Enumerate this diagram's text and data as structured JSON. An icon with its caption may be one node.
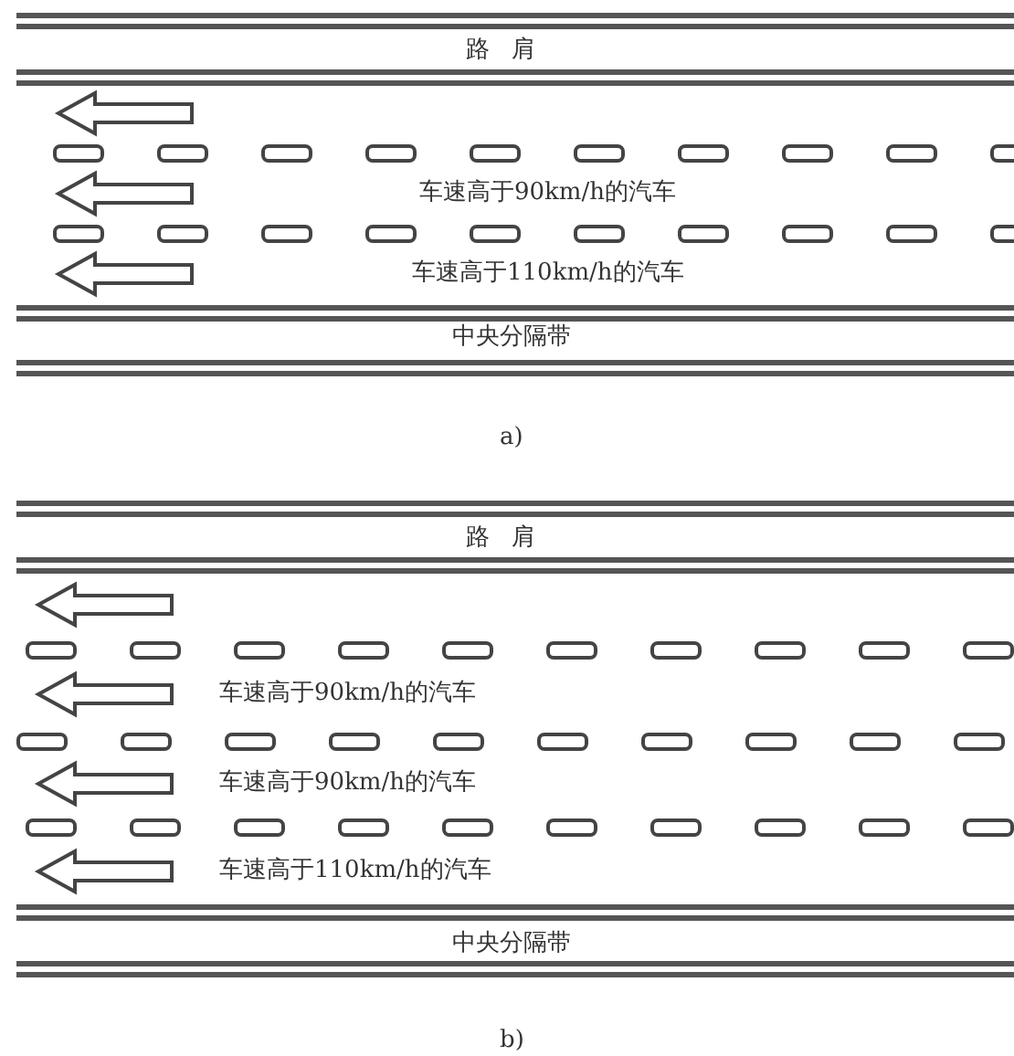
{
  "diagram": {
    "labels": [
      "路肩",
      "车速高于90km/h的汽车",
      "车速高于110km/h的汽车",
      "中央分隔带",
      "a)",
      "路肩",
      "车速高于90km/h的汽车",
      "车速高于90km/h的汽车",
      "车速高于110km/h的汽车",
      "中央分隔带",
      "b)"
    ]
  }
}
